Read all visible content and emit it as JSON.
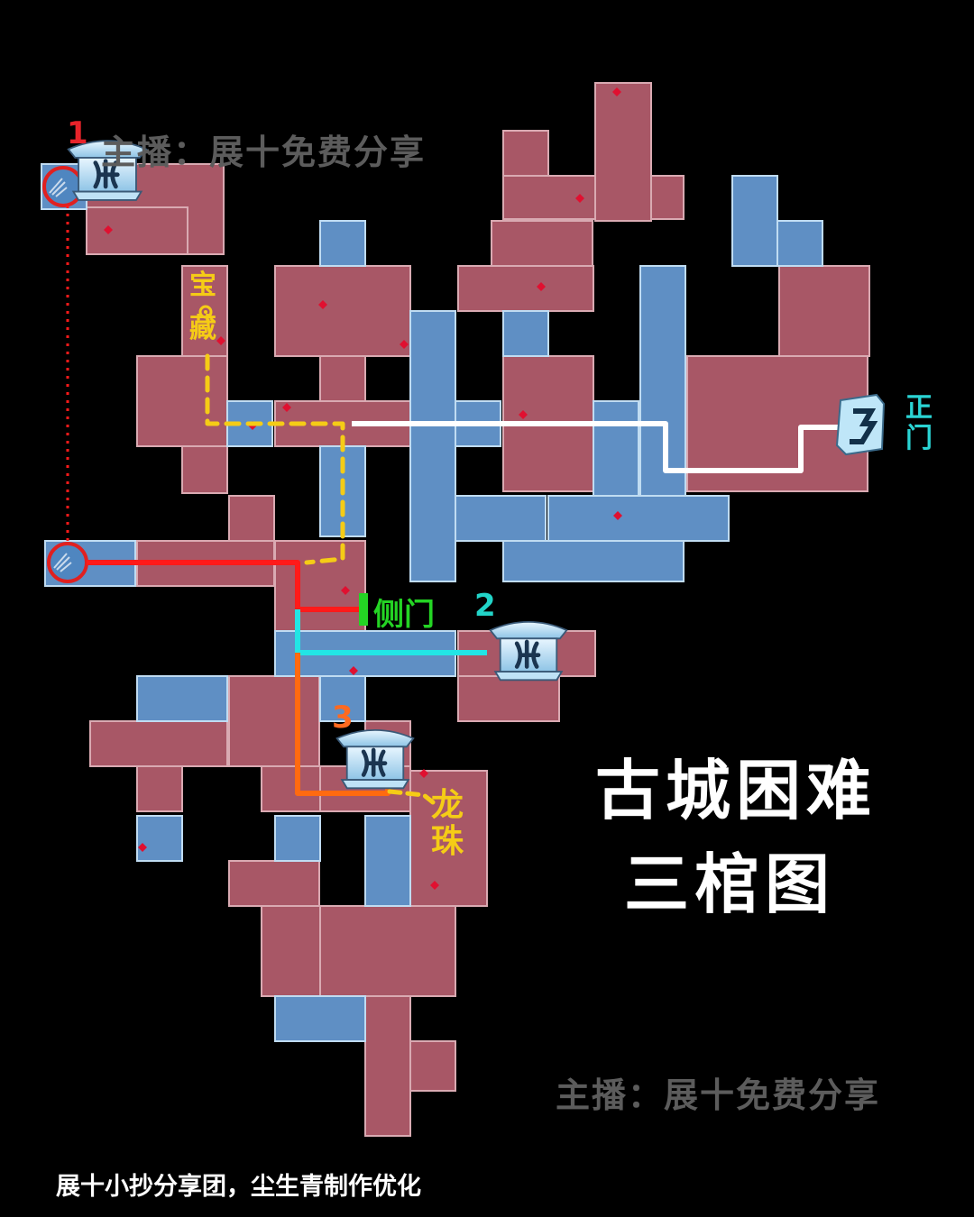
{
  "title": {
    "line1": "古城困难",
    "line2": "三棺图"
  },
  "watermark": {
    "top": "主播：展十免费分享",
    "bottom": "主播：展十免费分享"
  },
  "credit": "展十小抄分享团，尘生青制作优化",
  "labels": {
    "treasure": [
      "宝",
      "藏"
    ],
    "dragon_pearl": [
      "龙",
      "珠"
    ],
    "main_gate": [
      "正",
      "门"
    ],
    "side_gate": "侧门"
  },
  "coffins": {
    "one": "1",
    "two": "2",
    "three": "3"
  },
  "colors": {
    "room_red": "#a85766",
    "room_blue": "#5f8fc4",
    "path_red": "#ff1a1a",
    "path_white": "#ffffff",
    "path_yellow": "#f5cc16",
    "path_cyan": "#22e5e5",
    "path_orange": "#ff6a10",
    "side_gate_green": "#24d424",
    "main_gate_cyan": "#2ad4d4",
    "coffin_num_1": "#e8232a",
    "coffin_num_2": "#22d4c8",
    "coffin_num_3": "#ff6a20"
  },
  "icons": [
    "coffin-icon",
    "teleport-icon",
    "gate-icon",
    "treasure-icon"
  ]
}
